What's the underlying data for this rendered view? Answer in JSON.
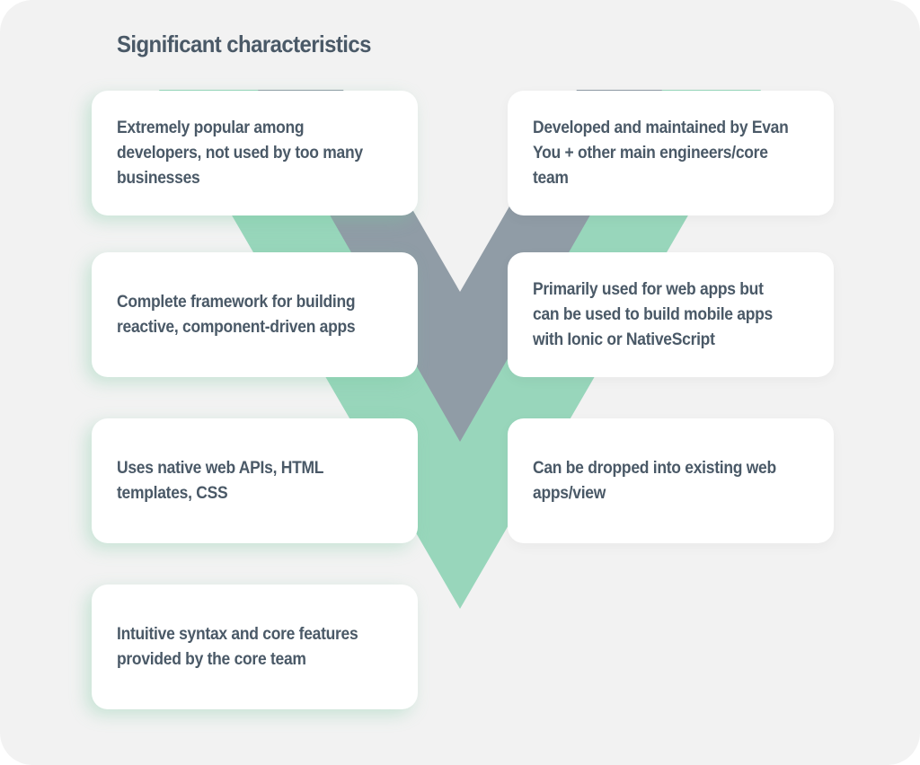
{
  "title": "Significant characteristics",
  "colors": {
    "green": "#98d6bb",
    "grey": "#909ca6",
    "text": "#4a5967",
    "background": "#f2f2f2"
  },
  "left_cards": [
    {
      "lines": [
        "Extremely popular among",
        "developers, not used by too many",
        "businesses"
      ]
    },
    {
      "lines": [
        "Complete framework for building",
        "reactive, component-driven apps"
      ]
    },
    {
      "lines": [
        "Uses native web APIs, HTML",
        "templates, CSS"
      ]
    },
    {
      "lines": [
        "Intuitive syntax and core features",
        "provided by the core team"
      ]
    }
  ],
  "right_cards": [
    {
      "lines": [
        "Developed and maintained by Evan",
        "You + other main engineers/core",
        "team"
      ]
    },
    {
      "lines": [
        "Primarily used for web apps but",
        "can be used to build mobile apps",
        "with Ionic or NativeScript"
      ]
    },
    {
      "lines": [
        "Can be dropped into existing web",
        "apps/view"
      ]
    }
  ]
}
